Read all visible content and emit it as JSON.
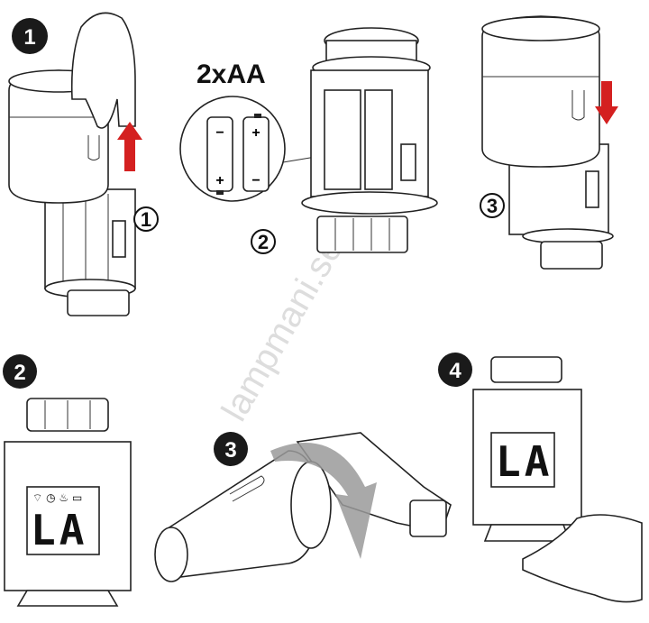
{
  "steps_top": {
    "badge": "1",
    "sub_steps": [
      "①",
      "②",
      "③"
    ],
    "battery_label": "2xAA",
    "battery_polarity": {
      "plus": "+",
      "minus": "−"
    }
  },
  "steps_bottom": [
    {
      "badge": "2",
      "lcd": "LA"
    },
    {
      "badge": "3"
    },
    {
      "badge": "4",
      "lcd": "LA"
    }
  ],
  "sub_labels": {
    "one": "1",
    "two": "2",
    "three": "3"
  },
  "watermark": "lampmani.se",
  "colors": {
    "arrow": "#d42020",
    "rotate_arrow": "#9a9a9a",
    "badge": "#1a1a1a"
  }
}
